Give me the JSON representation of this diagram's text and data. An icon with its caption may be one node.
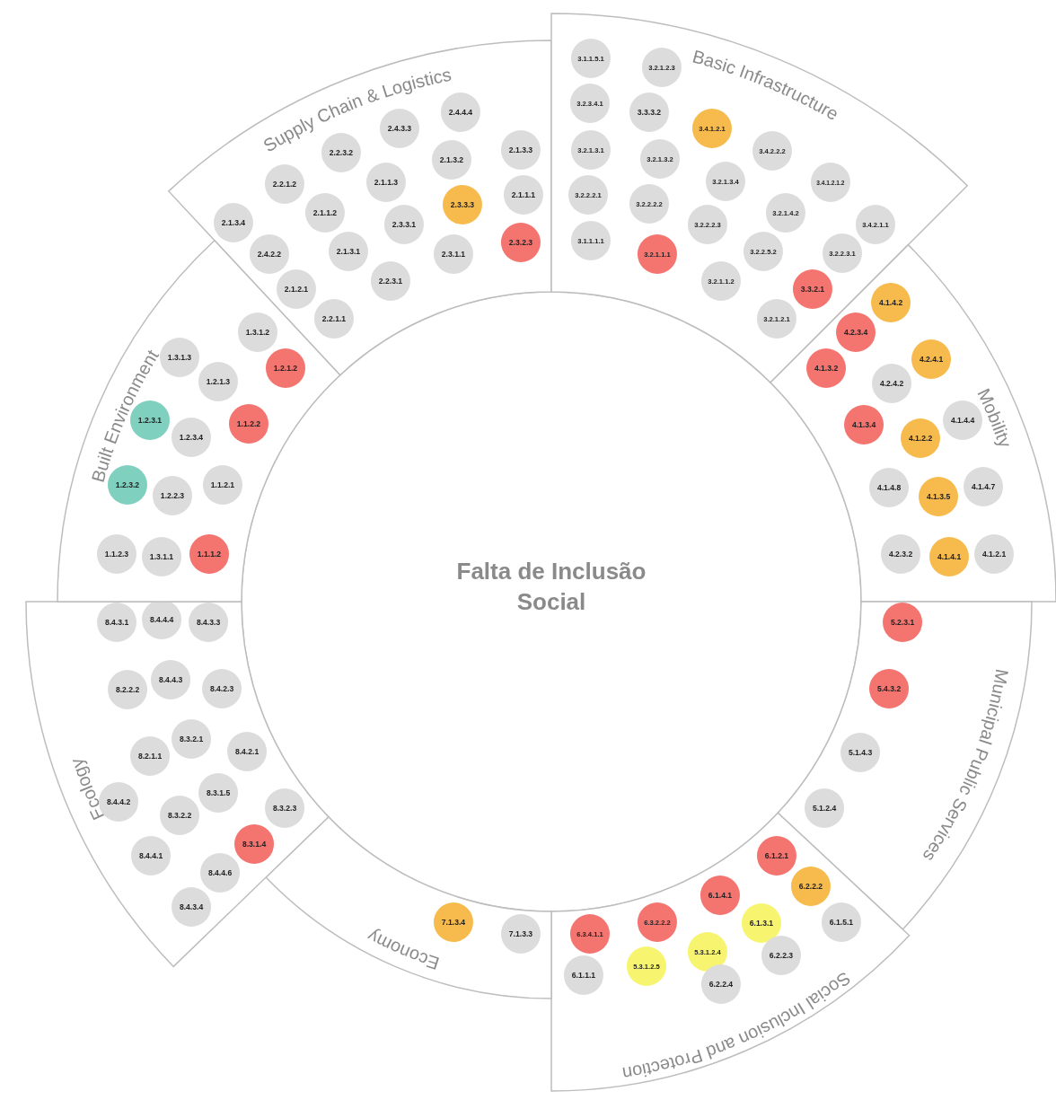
{
  "diagram": {
    "nodes": [
      {
        "text": [
          "Falta de Inclusão Social"
        ]
      },
      {
        "text": [
          "Supply Chain & Logistics"
        ]
      },
      {
        "text": [
          "2.4.4.4"
        ],
        "in": 1
      },
      {
        "text": [
          "2.4.3.3"
        ],
        "in": 1
      },
      {
        "text": [
          "2.1.3.3"
        ],
        "in": 1
      },
      {
        "text": [
          "2.2.3.2"
        ],
        "in": 1
      },
      {
        "text": [
          "2.1.3.2"
        ],
        "in": 1
      },
      {
        "text": [
          "2.1.1.3"
        ],
        "in": 1
      },
      {
        "text": [
          "2.2.1.2"
        ],
        "in": 1
      },
      {
        "text": [
          "2.1.1.1"
        ],
        "in": 1
      },
      {
        "text": [
          "2.3.3.3"
        ],
        "in": 1
      },
      {
        "text": [
          "2.1.1.2"
        ],
        "in": 1
      },
      {
        "text": [
          "2.1.3.4"
        ],
        "in": 1
      },
      {
        "text": [
          "2.3.3.1"
        ],
        "in": 1
      },
      {
        "text": [
          "2.3.2.3"
        ],
        "in": 1
      },
      {
        "text": [
          "2.1.3.1"
        ],
        "in": 1
      },
      {
        "text": [
          "2.4.2.2"
        ],
        "in": 1
      },
      {
        "text": [
          "2.3.1.1"
        ],
        "in": 1
      },
      {
        "text": [
          "2.2.3.1"
        ],
        "in": 1
      },
      {
        "text": [
          "2.1.2.1"
        ],
        "in": 1
      },
      {
        "text": [
          "2.2.1.1"
        ],
        "in": 1
      },
      {
        "text": [
          "Basic Infrastructure"
        ]
      },
      {
        "text": [
          "3.1.1.5.1"
        ],
        "in": 21
      },
      {
        "text": [
          "3.2.1.2.3"
        ],
        "in": 21
      },
      {
        "text": [
          "3.2.3.4.1"
        ],
        "in": 21
      },
      {
        "text": [
          "3.3.3.2"
        ],
        "in": 21
      },
      {
        "text": [
          "3.4.1.2.1"
        ],
        "in": 21
      },
      {
        "text": [
          "3.2.1.3.1"
        ],
        "in": 21
      },
      {
        "text": [
          "3.4.2.2.2"
        ],
        "in": 21
      },
      {
        "text": [
          "3.2.1.3.2"
        ],
        "in": 21
      },
      {
        "text": [
          "3.2.1.3.4"
        ],
        "in": 21
      },
      {
        "text": [
          "3.4.1.2.1.2"
        ],
        "in": 21
      },
      {
        "text": [
          "3.2.2.2.1"
        ],
        "in": 21
      },
      {
        "text": [
          "3.2.2.2.2"
        ],
        "in": 21
      },
      {
        "text": [
          "3.2.1.4.2"
        ],
        "in": 21
      },
      {
        "text": [
          "3.2.2.2.3"
        ],
        "in": 21
      },
      {
        "text": [
          "3.4.2.1.1"
        ],
        "in": 21
      },
      {
        "text": [
          "3.1.1.1.1"
        ],
        "in": 21
      },
      {
        "text": [
          "3.2.1.1.1"
        ],
        "in": 21
      },
      {
        "text": [
          "3.2.2.5.2"
        ],
        "in": 21
      },
      {
        "text": [
          "3.2.2.3.1"
        ],
        "in": 21
      },
      {
        "text": [
          "3.2.1.1.2"
        ],
        "in": 21
      },
      {
        "text": [
          "3.3.2.1"
        ],
        "in": 21
      },
      {
        "text": [
          "3.2.1.2.1"
        ],
        "in": 21
      },
      {
        "text": [
          "Mobility"
        ]
      },
      {
        "text": [
          "4.1.4.2"
        ],
        "in": 44
      },
      {
        "text": [
          "4.2.3.4"
        ],
        "in": 44
      },
      {
        "text": [
          "4.2.4.1"
        ],
        "in": 44
      },
      {
        "text": [
          "4.1.3.2"
        ],
        "in": 44
      },
      {
        "text": [
          "4.2.4.2"
        ],
        "in": 44
      },
      {
        "text": [
          "4.1.4.4"
        ],
        "in": 44
      },
      {
        "text": [
          "4.1.3.4"
        ],
        "in": 44
      },
      {
        "text": [
          "4.1.2.2"
        ],
        "in": 44
      },
      {
        "text": [
          "4.1.4.8"
        ],
        "in": 44
      },
      {
        "text": [
          "4.1.4.7"
        ],
        "in": 44
      },
      {
        "text": [
          "4.1.3.5"
        ],
        "in": 44
      },
      {
        "text": [
          "4.2.3.2"
        ],
        "in": 44
      },
      {
        "text": [
          "4.1.4.1"
        ],
        "in": 44
      },
      {
        "text": [
          "4.1.2.1"
        ],
        "in": 44
      },
      {
        "text": [
          "Municipal Public Services"
        ]
      },
      {
        "text": [
          "5.2.3.1"
        ],
        "in": 59
      },
      {
        "text": [
          "5.4.3.2"
        ],
        "in": 59
      },
      {
        "text": [
          "5.1.4.3"
        ],
        "in": 59
      },
      {
        "text": [
          "5.1.2.4"
        ],
        "in": 59
      },
      {
        "text": [
          "Social Inclusion and Protection"
        ]
      },
      {
        "text": [
          "6.1.2.1"
        ],
        "in": 64
      },
      {
        "text": [
          "6.2.2.2"
        ],
        "in": 64
      },
      {
        "text": [
          "6.1.4.1"
        ],
        "in": 64
      },
      {
        "text": [
          "6.3.2.2.2"
        ],
        "in": 64
      },
      {
        "text": [
          "6.1.3.1"
        ],
        "in": 64
      },
      {
        "text": [
          "6.1.5.1"
        ],
        "in": 64
      },
      {
        "text": [
          "6.3.4.1.1"
        ],
        "in": 64
      },
      {
        "text": [
          "5.3.1.2.4"
        ],
        "in": 64
      },
      {
        "text": [
          "6.2.2.3"
        ],
        "in": 64
      },
      {
        "text": [
          "5.3.1.2.5"
        ],
        "in": 64
      },
      {
        "text": [
          "6.1.1.1"
        ],
        "in": 64
      },
      {
        "text": [
          "6.2.2.4"
        ],
        "in": 64
      },
      {
        "text": [
          "Economy"
        ]
      },
      {
        "text": [
          "7.1.3.4"
        ],
        "in": 77
      },
      {
        "text": [
          "7.1.3.3"
        ],
        "in": 77
      },
      {
        "text": [
          "Ecology"
        ]
      },
      {
        "text": [
          "8.4.3.1"
        ],
        "in": 80
      },
      {
        "text": [
          "8.4.4.4"
        ],
        "in": 80
      },
      {
        "text": [
          "8.4.3.3"
        ],
        "in": 80
      },
      {
        "text": [
          "8.4.4.3"
        ],
        "in": 80
      },
      {
        "text": [
          "8.2.2.2"
        ],
        "in": 80
      },
      {
        "text": [
          "8.4.2.3"
        ],
        "in": 80
      },
      {
        "text": [
          "8.3.2.1"
        ],
        "in": 80
      },
      {
        "text": [
          "8.2.1.1"
        ],
        "in": 80
      },
      {
        "text": [
          "8.4.2.1"
        ],
        "in": 80
      },
      {
        "text": [
          "8.3.1.5"
        ],
        "in": 80
      },
      {
        "text": [
          "8.4.4.2"
        ],
        "in": 80
      },
      {
        "text": [
          "8.3.2.3"
        ],
        "in": 80
      },
      {
        "text": [
          "8.3.2.2"
        ],
        "in": 80
      },
      {
        "text": [
          "8.3.1.4"
        ],
        "in": 80
      },
      {
        "text": [
          "8.4.4.1"
        ],
        "in": 80
      },
      {
        "text": [
          "8.4.4.6"
        ],
        "in": 80
      },
      {
        "text": [
          "8.4.3.4"
        ],
        "in": 80
      },
      {
        "text": [
          "Built Environment"
        ]
      },
      {
        "text": [
          "1.3.1.2"
        ],
        "in": 98
      },
      {
        "text": [
          "1.3.1.3"
        ],
        "in": 98
      },
      {
        "text": [
          "1.2.1.2"
        ],
        "in": 98
      },
      {
        "text": [
          "1.2.1.3"
        ],
        "in": 98
      },
      {
        "text": [
          "1.2.3.1"
        ],
        "in": 98
      },
      {
        "text": [
          "1.1.2.2"
        ],
        "in": 98
      },
      {
        "text": [
          "1.2.3.4"
        ],
        "in": 98
      },
      {
        "text": [
          "1.2.3.2"
        ],
        "in": 98
      },
      {
        "text": [
          "1.1.2.1"
        ],
        "in": 98
      },
      {
        "text": [
          "1.2.2.3"
        ],
        "in": 98
      },
      {
        "text": [
          "1.1.2.3"
        ],
        "in": 98
      },
      {
        "text": [
          "1.3.1.1"
        ],
        "in": 98
      },
      {
        "text": [
          "1.1.1.2"
        ],
        "in": 98
      }
    ]
  }
}
